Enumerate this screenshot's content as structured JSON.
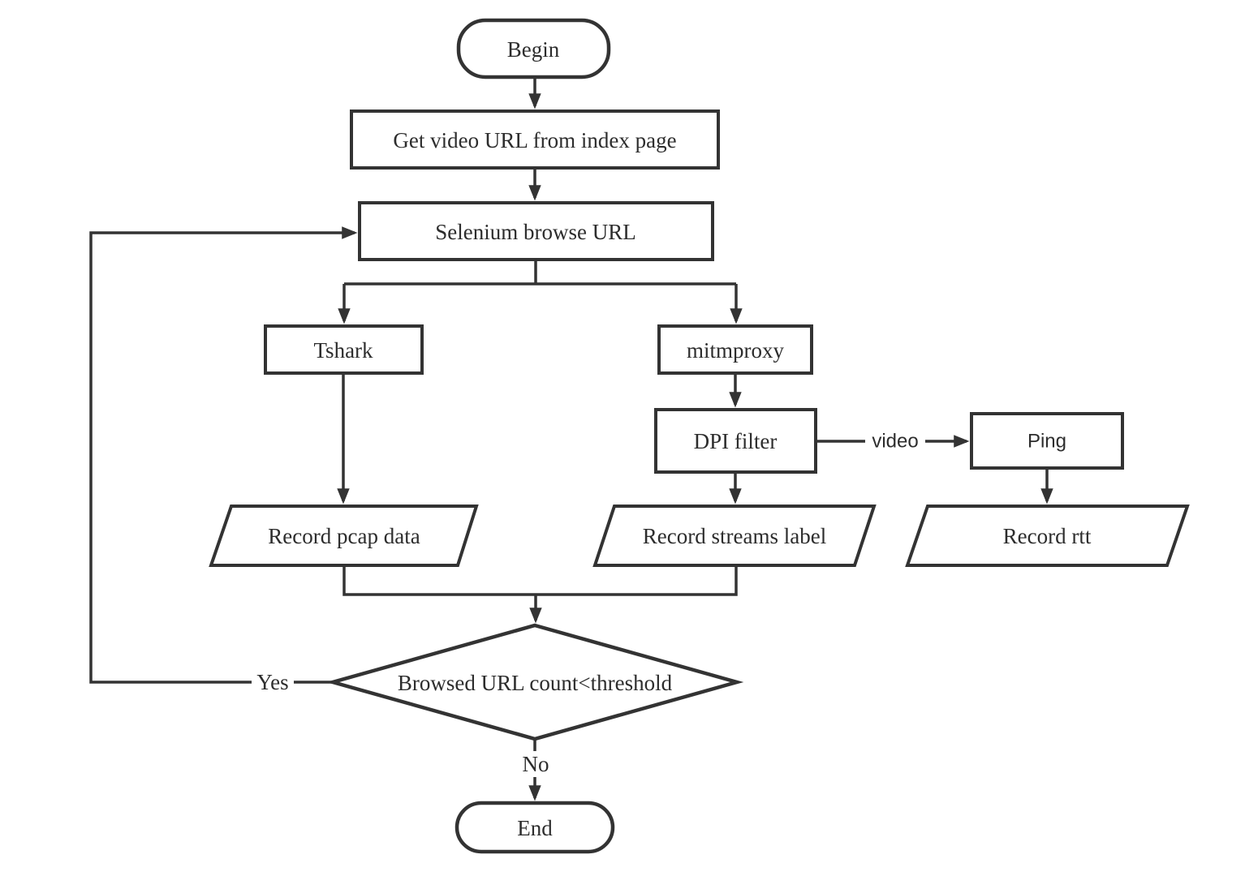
{
  "nodes": {
    "begin": {
      "label": "Begin",
      "type": "terminator"
    },
    "get_video_url": {
      "label": "Get video URL from index page",
      "type": "process"
    },
    "selenium": {
      "label": "Selenium browse URL",
      "type": "process"
    },
    "tshark": {
      "label": "Tshark",
      "type": "process"
    },
    "mitmproxy": {
      "label": "mitmproxy",
      "type": "process"
    },
    "dpi_filter": {
      "label": "DPI filter",
      "type": "process"
    },
    "ping": {
      "label": "Ping",
      "type": "process"
    },
    "record_pcap": {
      "label": "Record pcap data",
      "type": "data"
    },
    "record_streams": {
      "label": "Record streams label",
      "type": "data"
    },
    "record_rtt": {
      "label": "Record rtt",
      "type": "data"
    },
    "decision": {
      "label": "Browsed URL count<threshold",
      "type": "decision"
    },
    "end": {
      "label": "End",
      "type": "terminator"
    }
  },
  "edge_labels": {
    "yes": "Yes",
    "no": "No",
    "video": "video"
  },
  "colors": {
    "stroke": "#333333",
    "text": "#2d2d2d",
    "background": "#ffffff"
  }
}
